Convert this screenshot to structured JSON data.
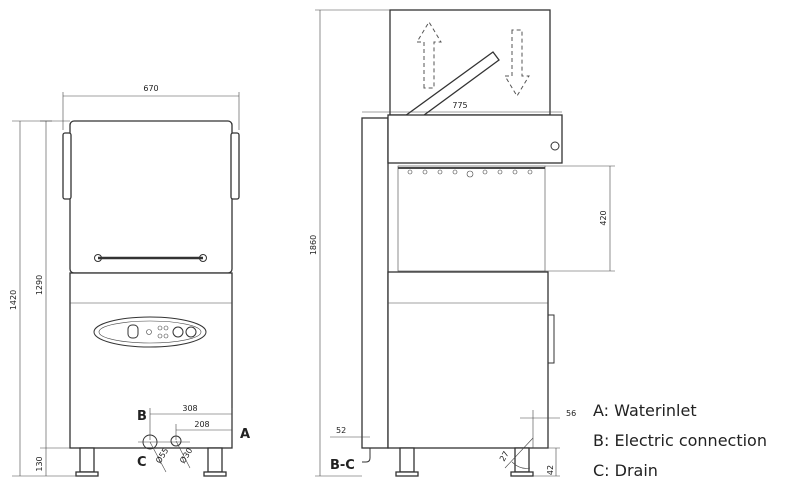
{
  "front": {
    "width": "670",
    "height_total": "1420",
    "height_open": "1290",
    "leg_height": "130",
    "dim_b": "308",
    "dim_a": "208",
    "dia_b": "Ø55",
    "dia_c": "Ø30",
    "point_a": "A",
    "point_b": "B",
    "point_c": "C"
  },
  "side": {
    "height_hood": "1860",
    "depth": "775",
    "clearance": "420",
    "drain_offset": "52",
    "rear_offset": "56",
    "angle": "27",
    "leg": "42",
    "point_bc": "B-C"
  },
  "legend": [
    {
      "text": "A: Waterinlet"
    },
    {
      "text": "B: Electric connection"
    },
    {
      "text": "C: Drain"
    }
  ]
}
